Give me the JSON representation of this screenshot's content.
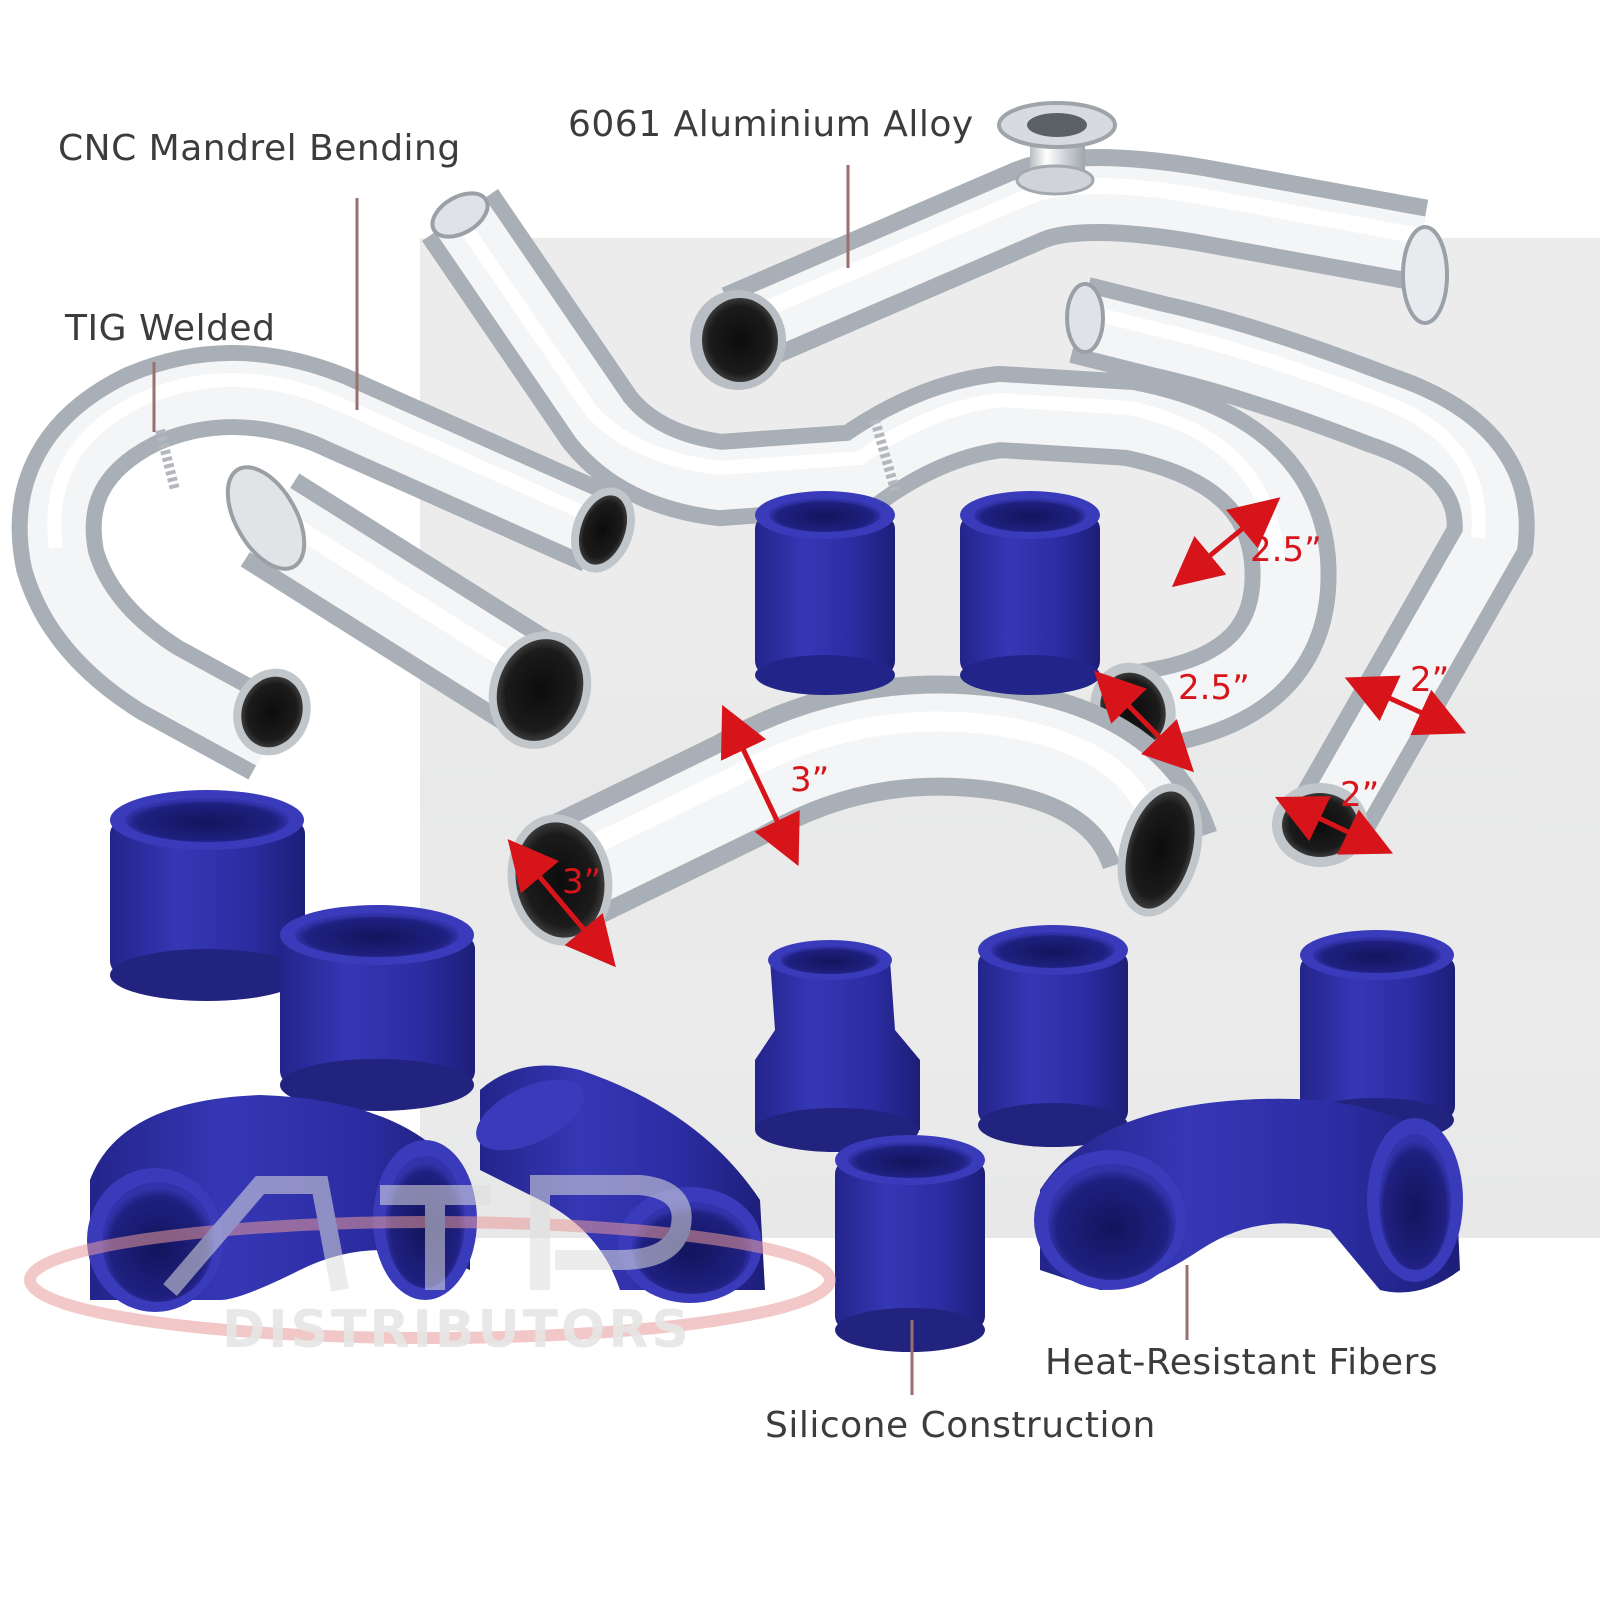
{
  "image": {
    "subject": "intercooler piping kit",
    "colors": {
      "background": "#ffffff",
      "backdrop_gray": "#e6e6e6",
      "pipe_chrome": "#dfe2e6",
      "coupler_blue": "#2e2fa3",
      "dimension_red": "#d8141b",
      "leader_line": "#9a6f6f",
      "label_text": "#3c3c3c"
    }
  },
  "callouts": {
    "cnc": "CNC Mandrel Bending",
    "alloy": "6061 Aluminium Alloy",
    "tig": "TIG Welded",
    "fibers": "Heat-Resistant Fibers",
    "silicone": "Silicone Construction"
  },
  "dimensions": {
    "bend_outer": "2.5”",
    "bend_inner": "2.5”",
    "straight_outer": "2”",
    "straight_inner": "2”",
    "large_outer": "3”",
    "large_inner": "3”"
  },
  "watermark": {
    "logo_text": "ATP",
    "subtitle": "DISTRIBUTORS"
  }
}
